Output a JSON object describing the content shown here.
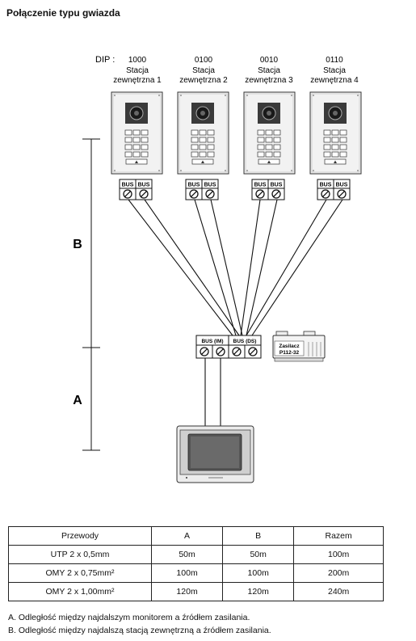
{
  "title": "Połączenie typu gwiazda",
  "dip_label": "DIP :",
  "stations": [
    {
      "code": "1000",
      "line1": "Stacja",
      "line2": "zewnętrzna 1"
    },
    {
      "code": "0100",
      "line1": "Stacja",
      "line2": "zewnętrzna 2"
    },
    {
      "code": "0010",
      "line1": "Stacja",
      "line2": "zewnętrzna 3"
    },
    {
      "code": "0110",
      "line1": "Stacja",
      "line2": "zewnętrzna 4"
    }
  ],
  "bus_label": "BUS",
  "monitor_bus_im": "BUS (IM)",
  "monitor_bus_ds": "BUS (DS)",
  "psu": {
    "line1": "Zasilacz",
    "line2": "P112-32"
  },
  "distance_b": "B",
  "distance_a": "A",
  "table": {
    "headers": [
      "Przewody",
      "A",
      "B",
      "Razem"
    ],
    "rows": [
      [
        "UTP 2 x 0,5mm",
        "50m",
        "50m",
        "100m"
      ],
      [
        "OMY 2 x 0,75mm²",
        "100m",
        "100m",
        "200m"
      ],
      [
        "OMY 2 x 1,00mm²",
        "120m",
        "120m",
        "240m"
      ]
    ]
  },
  "notes": [
    "A. Odległość między najdalszym monitorem a źródłem zasilania.",
    "B. Odległość między najdalszą stacją zewnętrzną a źródłem zasilania."
  ]
}
